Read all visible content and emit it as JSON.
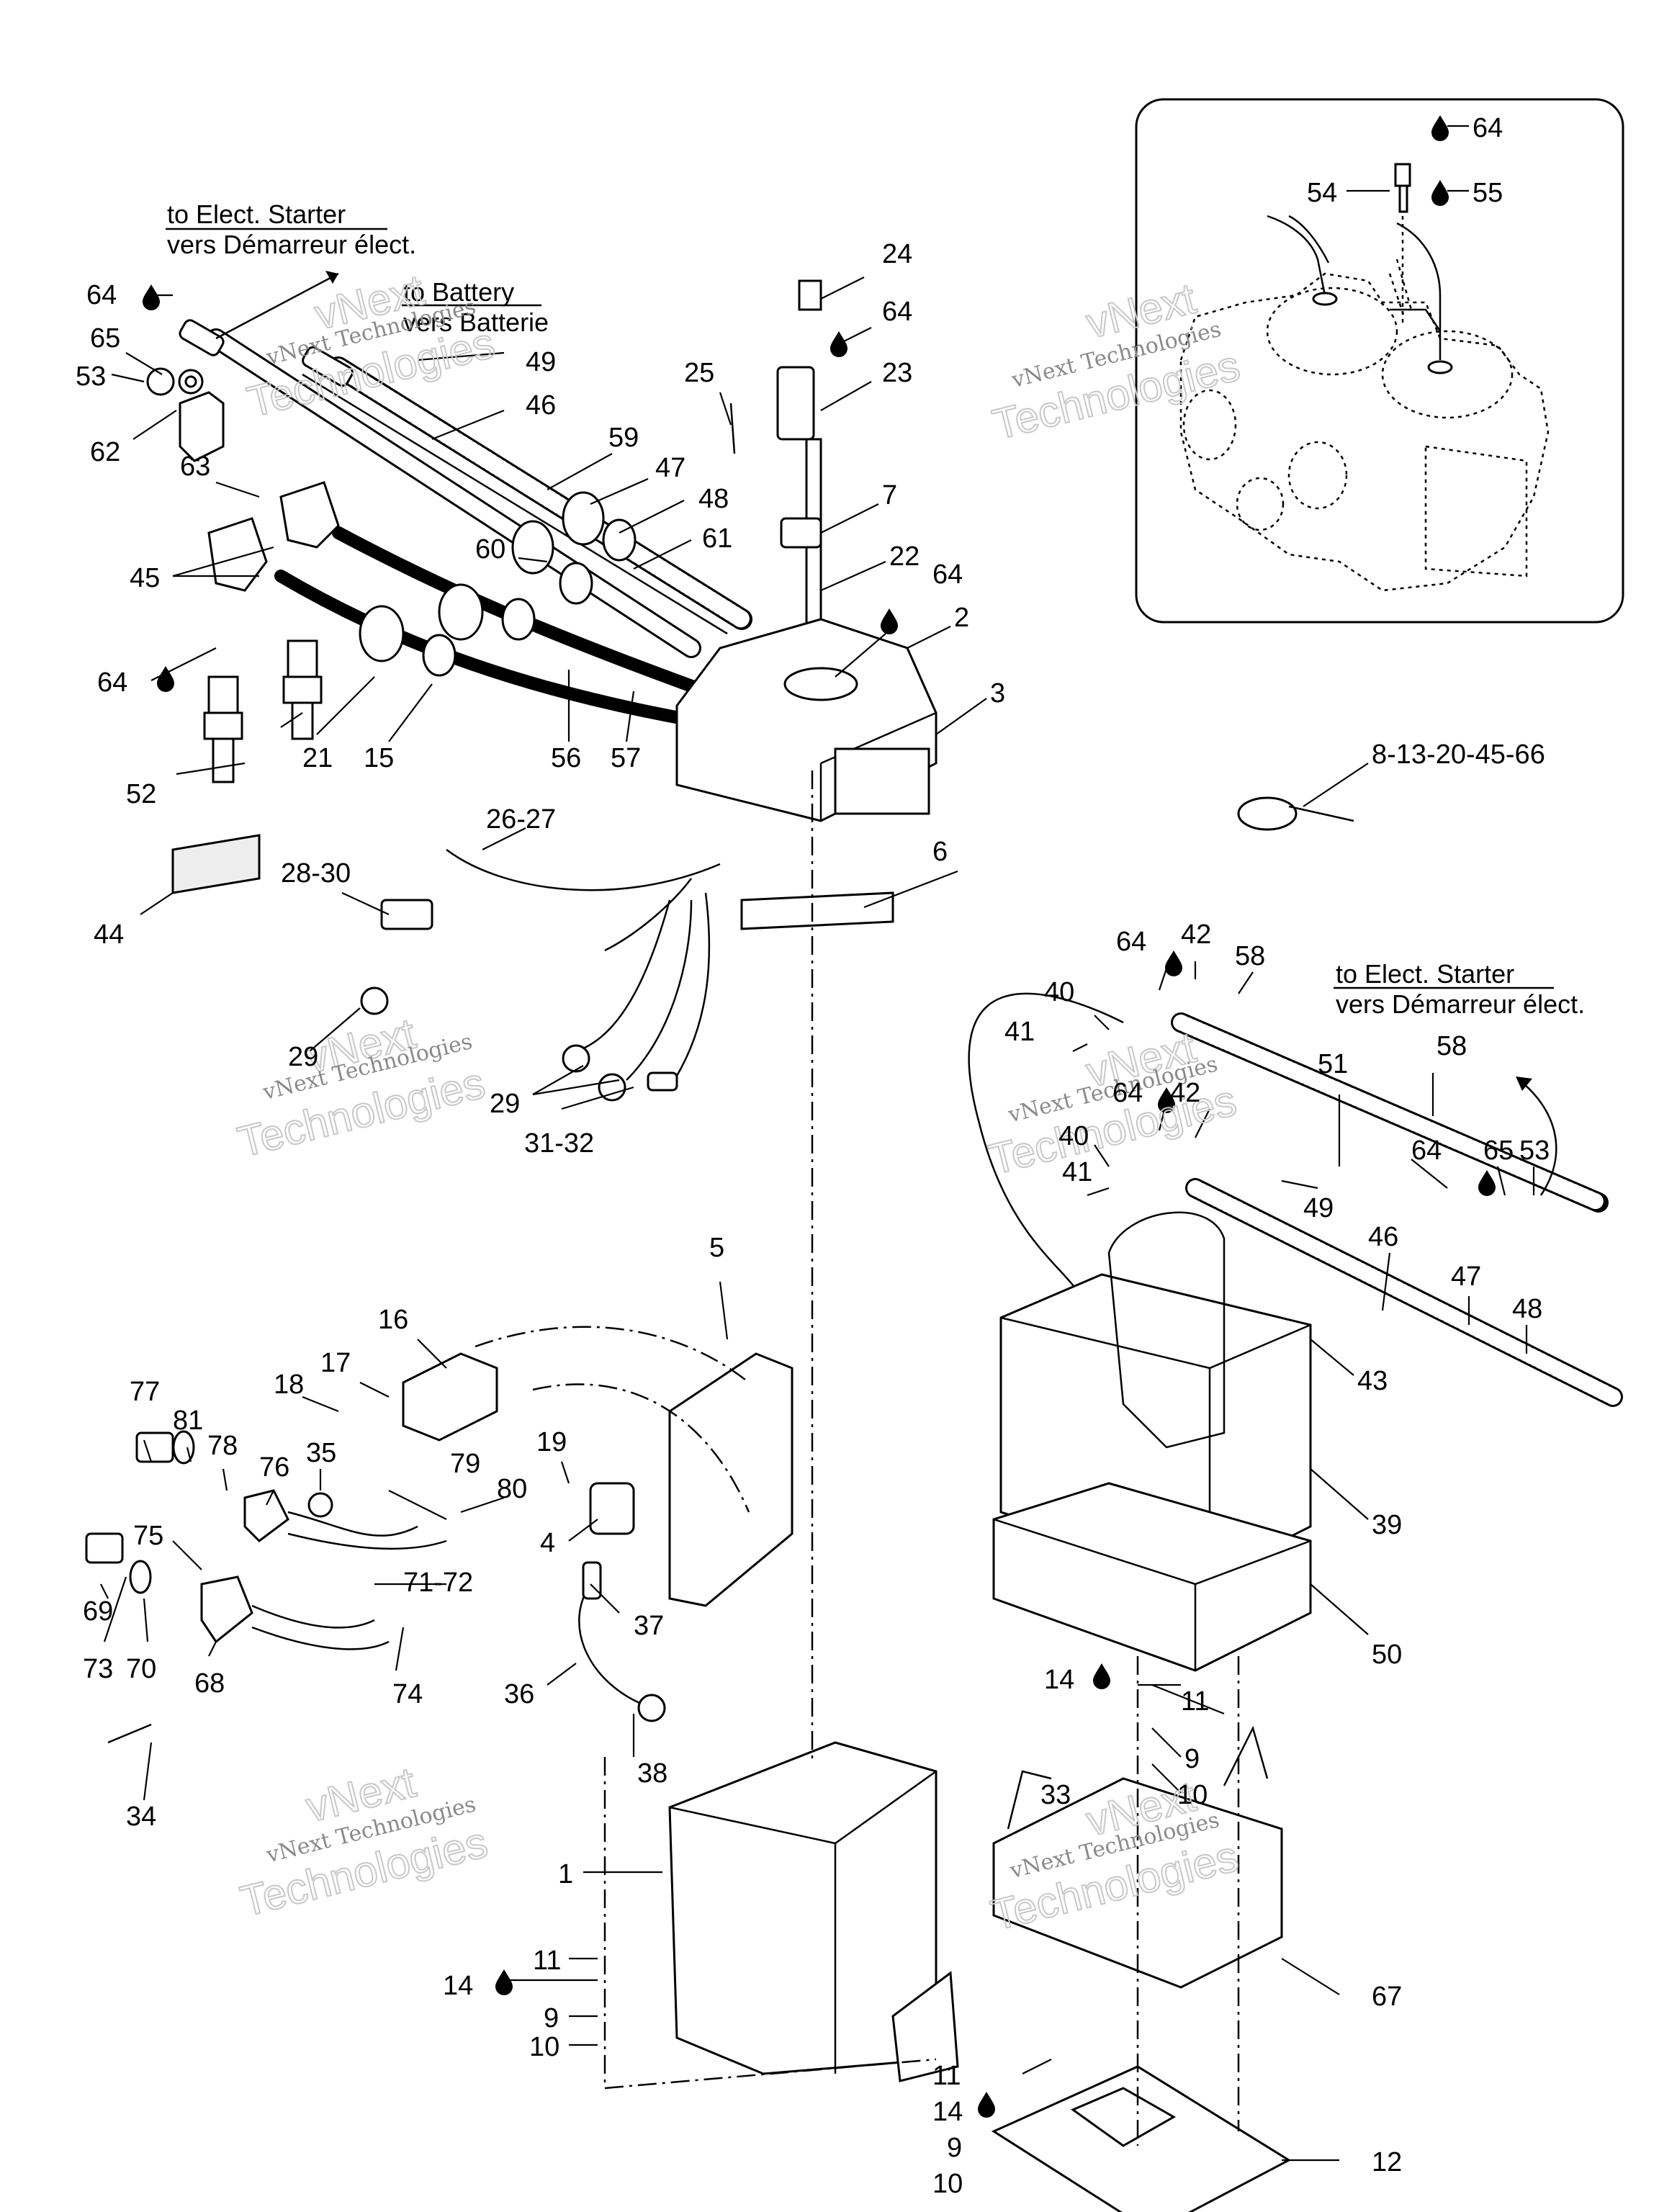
{
  "annotations": {
    "starter_top_en": "to Elect. Starter",
    "starter_top_fr": "vers Démarreur élect.",
    "battery_en": "to Battery",
    "battery_fr": "vers Batterie",
    "starter_right_en": "to Elect. Starter",
    "starter_right_fr": "vers Démarreur élect."
  },
  "watermark": {
    "line1": "vNext",
    "line2": "vNext Technologies",
    "line3": "Technologies"
  },
  "callouts": {
    "c64_top": "64",
    "c54": "54",
    "c55": "55",
    "c64_tl": "64",
    "c65_tl": "65",
    "c53_tl": "53",
    "c62": "62",
    "c63": "63",
    "c49_tl": "49",
    "c46_tl": "46",
    "c59": "59",
    "c47_tl": "47",
    "c48_tl": "48",
    "c60": "60",
    "c61": "61",
    "c45": "45",
    "c64_plug": "64",
    "c21": "21",
    "c15": "15",
    "c56": "56",
    "c57": "57",
    "c52": "52",
    "c24": "24",
    "c64_c": "64",
    "c23": "23",
    "c25": "25",
    "c7": "7",
    "c22": "22",
    "c64_box": "64",
    "c2": "2",
    "c3": "3",
    "c6": "6",
    "c26_27": "26-27",
    "c28_30": "28-30",
    "c44": "44",
    "c29a": "29",
    "c29b": "29",
    "c31_32": "31-32",
    "c8_66": "8-13-20-45-66",
    "c64_r1": "64",
    "c42_r1": "42",
    "c58_r1": "58",
    "c40_r1": "40",
    "c41_r1": "41",
    "c51": "51",
    "c58_r2": "58",
    "c64_r2": "64",
    "c42_r2": "42",
    "c40_r2": "40",
    "c41_r2": "41",
    "c49_r": "49",
    "c64_r3": "64",
    "c65_r": "65",
    "c53_r": "53",
    "c46_r": "46",
    "c47_r": "47",
    "c48_r": "48",
    "c43": "43",
    "c39": "39",
    "c50": "50",
    "c5": "5",
    "c16": "16",
    "c17": "17",
    "c18": "18",
    "c19": "19",
    "c4": "4",
    "c77": "77",
    "c81": "81",
    "c78": "78",
    "c76": "76",
    "c35": "35",
    "c79": "79",
    "c80": "80",
    "c75": "75",
    "c71_72": "71-72",
    "c69": "69",
    "c73": "73",
    "c70": "70",
    "c68": "68",
    "c74": "74",
    "c37": "37",
    "c36": "36",
    "c38": "38",
    "c34": "34",
    "c1": "1",
    "c11_l": "11",
    "c14_l": "14",
    "c9_l": "9",
    "c10_l": "10",
    "c14_r": "14",
    "c11_r": "11",
    "c9_r": "9",
    "c10_r": "10",
    "c33": "33",
    "c67": "67",
    "c11_b": "11",
    "c14_b": "14",
    "c9_b": "9",
    "c10_b": "10",
    "c12": "12"
  }
}
